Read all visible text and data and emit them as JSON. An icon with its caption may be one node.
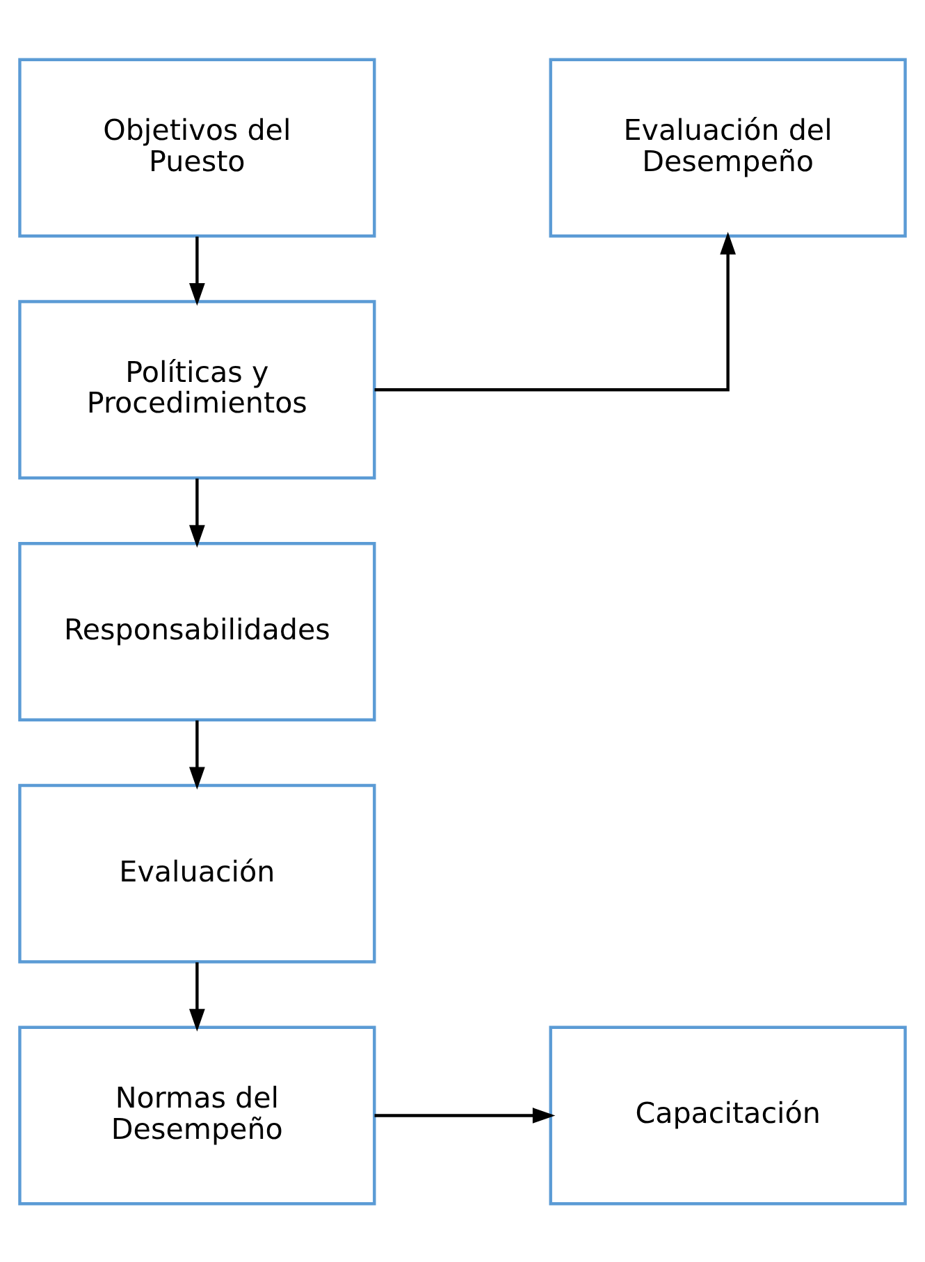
{
  "diagram": {
    "nodes": [
      {
        "text": [
          "Objetivos del Puesto"
        ]
      },
      {
        "text": [
          "Evaluación del Desempeño"
        ]
      },
      {
        "text": [
          "Políticas y Procedimientos"
        ]
      },
      {
        "text": [
          "Responsabilidades"
        ]
      },
      {
        "text": [
          "Evaluación"
        ]
      },
      {
        "text": [
          "Normas del Desempeño"
        ]
      },
      {
        "text": [
          "Capacitación"
        ]
      }
    ],
    "edges": [
      {
        "from": 0,
        "to": 2,
        "arrow": "to"
      },
      {
        "from": 2,
        "to": 1,
        "arrow": "to"
      },
      {
        "from": 2,
        "to": 3,
        "arrow": "to"
      },
      {
        "from": 3,
        "to": 4,
        "arrow": "to"
      },
      {
        "from": 4,
        "to": 5,
        "arrow": "to"
      },
      {
        "from": 5,
        "to": 6,
        "arrow": "to"
      }
    ]
  }
}
